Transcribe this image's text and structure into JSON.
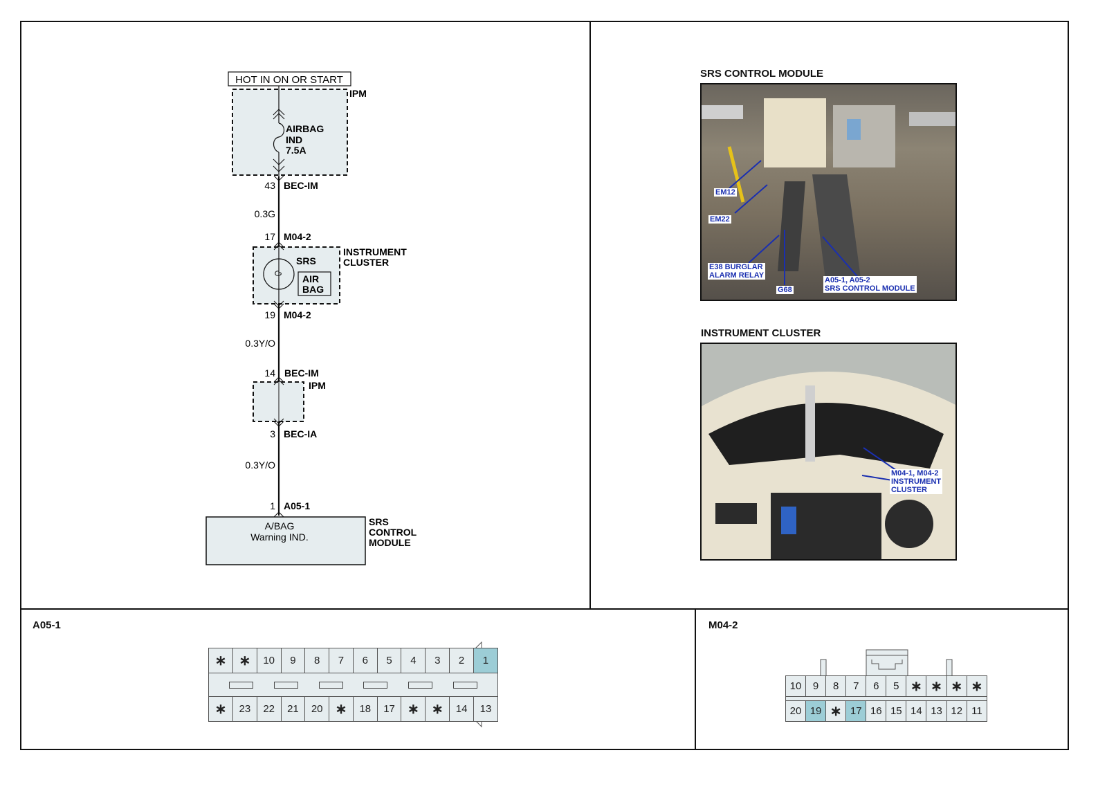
{
  "schematic": {
    "power_source": "HOT IN ON OR START",
    "ipm_top_label": "IPM",
    "fuse": {
      "name": "AIRBAG",
      "line2": "IND",
      "rating": "7.5A"
    },
    "c1": {
      "pin": "43",
      "connector": "BEC-IM"
    },
    "wire1": "0.3G",
    "c2": {
      "pin": "17",
      "connector": "M04-2"
    },
    "cluster": {
      "label_line1": "INSTRUMENT",
      "label_line2": "CLUSTER",
      "lamp_label": "SRS",
      "lamp_text_line1": "AIR",
      "lamp_text_line2": "BAG"
    },
    "c3": {
      "pin": "19",
      "connector": "M04-2"
    },
    "wire2": "0.3Y/O",
    "c4": {
      "pin": "14",
      "connector": "BEC-IM"
    },
    "ipm_mid_label": "IPM",
    "c5": {
      "pin": "3",
      "connector": "BEC-IA"
    },
    "wire3": "0.3Y/O",
    "c6": {
      "pin": "1",
      "connector": "A05-1"
    },
    "module": {
      "text_line1": "A/BAG",
      "text_line2": "Warning IND.",
      "label_line1": "SRS",
      "label_line2": "CONTROL",
      "label_line3": "MODULE"
    }
  },
  "photos": {
    "srs": {
      "title": "SRS CONTROL MODULE",
      "callouts": [
        "EM12",
        "EM22",
        "E38 BURGLAR\nALARM RELAY",
        "G68",
        "A05-1, A05-2\nSRS CONTROL MODULE"
      ]
    },
    "cluster": {
      "title": "INSTRUMENT CLUSTER",
      "callouts": [
        "M04-1, M04-2\nINSTRUMENT\nCLUSTER"
      ]
    }
  },
  "connectors": {
    "a05": {
      "title": "A05-1",
      "top_row": [
        "*",
        "*",
        "10",
        "9",
        "8",
        "7",
        "6",
        "5",
        "4",
        "3",
        "2",
        "1"
      ],
      "bottom_row": [
        "*",
        "23",
        "22",
        "21",
        "20",
        "*",
        "18",
        "17",
        "*",
        "*",
        "14",
        "13"
      ],
      "highlighted": [
        "1"
      ]
    },
    "m04": {
      "title": "M04-2",
      "top_row": [
        "10",
        "9",
        "8",
        "7",
        "6",
        "5",
        "*",
        "*",
        "*",
        "*"
      ],
      "bottom_row": [
        "20",
        "19",
        "*",
        "17",
        "16",
        "15",
        "14",
        "13",
        "12",
        "11"
      ],
      "highlighted": [
        "19",
        "17"
      ]
    }
  }
}
